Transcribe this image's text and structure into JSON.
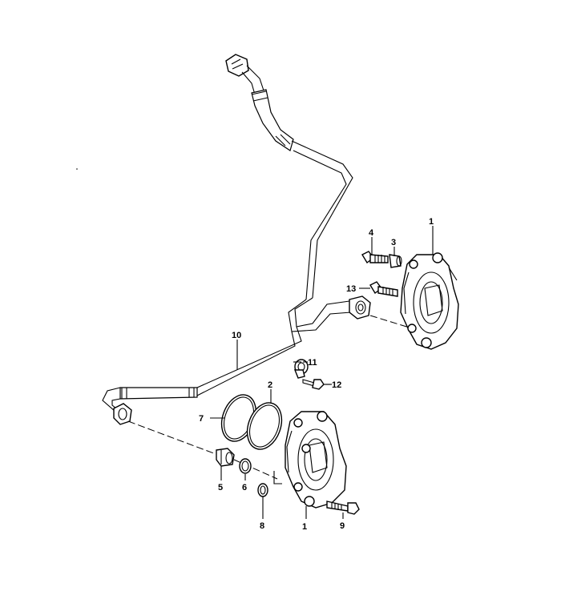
{
  "diagram": {
    "callouts": [
      {
        "id": "c1a",
        "label": "1"
      },
      {
        "id": "c1b",
        "label": "1"
      },
      {
        "id": "c2",
        "label": "2"
      },
      {
        "id": "c3",
        "label": "3"
      },
      {
        "id": "c4",
        "label": "4"
      },
      {
        "id": "c5",
        "label": "5"
      },
      {
        "id": "c6",
        "label": "6"
      },
      {
        "id": "c7",
        "label": "7"
      },
      {
        "id": "c8",
        "label": "8"
      },
      {
        "id": "c9",
        "label": "9"
      },
      {
        "id": "c10",
        "label": "10"
      },
      {
        "id": "c11",
        "label": "11"
      },
      {
        "id": "c12",
        "label": "12"
      },
      {
        "id": "c13",
        "label": "13"
      }
    ]
  }
}
